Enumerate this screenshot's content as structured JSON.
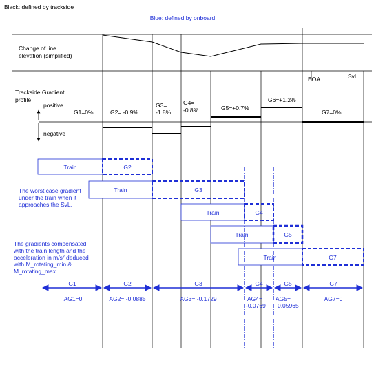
{
  "legend": {
    "trackside": "Black: defined by trackside",
    "onboard": "Blue: defined by onboard"
  },
  "labels": {
    "elevation_line1": "Change of line",
    "elevation_line2": "elevation (simplified)",
    "gradient_line1": "Trackside Gradient",
    "gradient_line2": "profile",
    "positive": "positive",
    "negative": "negative",
    "eoa": "EOA",
    "svl": "SvL"
  },
  "trackside_gradients": [
    {
      "id": "G1",
      "label": "G1=0%",
      "value_pct": 0
    },
    {
      "id": "G2",
      "label": "G2= -0.9%",
      "value_pct": -0.9
    },
    {
      "id": "G3",
      "label_line1": "G3=",
      "label_line2": "-1.8%",
      "value_pct": -1.8
    },
    {
      "id": "G4",
      "label_line1": "G4=",
      "label_line2": "-0.8%",
      "value_pct": -0.8
    },
    {
      "id": "G5",
      "label": "G5=+0.7%",
      "value_pct": 0.7
    },
    {
      "id": "G6",
      "label": "G6=+1.2%",
      "value_pct": 1.2
    },
    {
      "id": "G7",
      "label": "G7=0%",
      "value_pct": 0
    }
  ],
  "train_positions": [
    {
      "train": "Train",
      "gradient": "G2"
    },
    {
      "train": "Train",
      "gradient": "G3"
    },
    {
      "train": "Train",
      "gradient": "G4"
    },
    {
      "train": "Train",
      "gradient": "G5"
    },
    {
      "train": "Train",
      "gradient": "G7"
    }
  ],
  "notes": {
    "worst_case": [
      "The  worst case gradient",
      "under the train when it",
      "approaches the SvL."
    ],
    "compensated": [
      "The gradients compensated",
      "with the train length and the",
      "acceleration in m/s² deduced",
      "with M_rotating_min &",
      "M_rotating_max"
    ]
  },
  "compensated_gradients": [
    {
      "id": "G1",
      "accel": "AG1=0"
    },
    {
      "id": "G2",
      "accel": "AG2= -0.0885"
    },
    {
      "id": "G3",
      "accel": "AG3= -0.1729"
    },
    {
      "id": "G4",
      "accel_line1": "AG4=",
      "accel_line2": "-0.0769"
    },
    {
      "id": "G5",
      "accel_line1": "AG5=",
      "accel_line2": "+0.05965"
    },
    {
      "id": "G7",
      "accel": "AG7=0"
    }
  ],
  "colors": {
    "trackside": "#000000",
    "onboard": "#1f2fd6"
  }
}
